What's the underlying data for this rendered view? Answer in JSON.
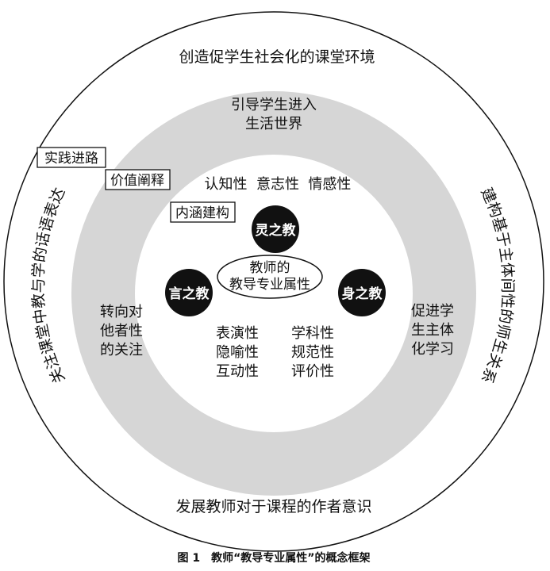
{
  "outer": {
    "top": "创造促学生社会化的课堂环境",
    "bottom": "发展教师对于课程的作者意识",
    "left": "关注课堂中教与学的话语表达",
    "right": "建构基于主体间性的师生关系"
  },
  "middle": {
    "top_line1": "引导学生进入",
    "top_line2": "生活世界",
    "left_line1": "转向对",
    "left_line2": "他者性",
    "left_line3": "的关注",
    "right_line1": "促进学",
    "right_line2": "生主体",
    "right_line3": "化学习"
  },
  "inner": {
    "top_traits": "认知性  意志性  情感性",
    "bottom_left": [
      "表演性",
      "隐喻性",
      "互动性"
    ],
    "bottom_right": [
      "学科性",
      "规范性",
      "评价性"
    ],
    "center_line1": "教师的",
    "center_line2": "教导专业属性"
  },
  "nodes": {
    "ling": "灵之教",
    "yan": "言之教",
    "shen": "身之教"
  },
  "tags": {
    "practice": "实践进路",
    "value": "价值阐释",
    "connotation": "内涵建构"
  },
  "caption": "图 1　教师“教导专业属性”的概念框架",
  "colors": {
    "ring": "#d6d6d6",
    "node": "#111111",
    "line": "#111111"
  }
}
